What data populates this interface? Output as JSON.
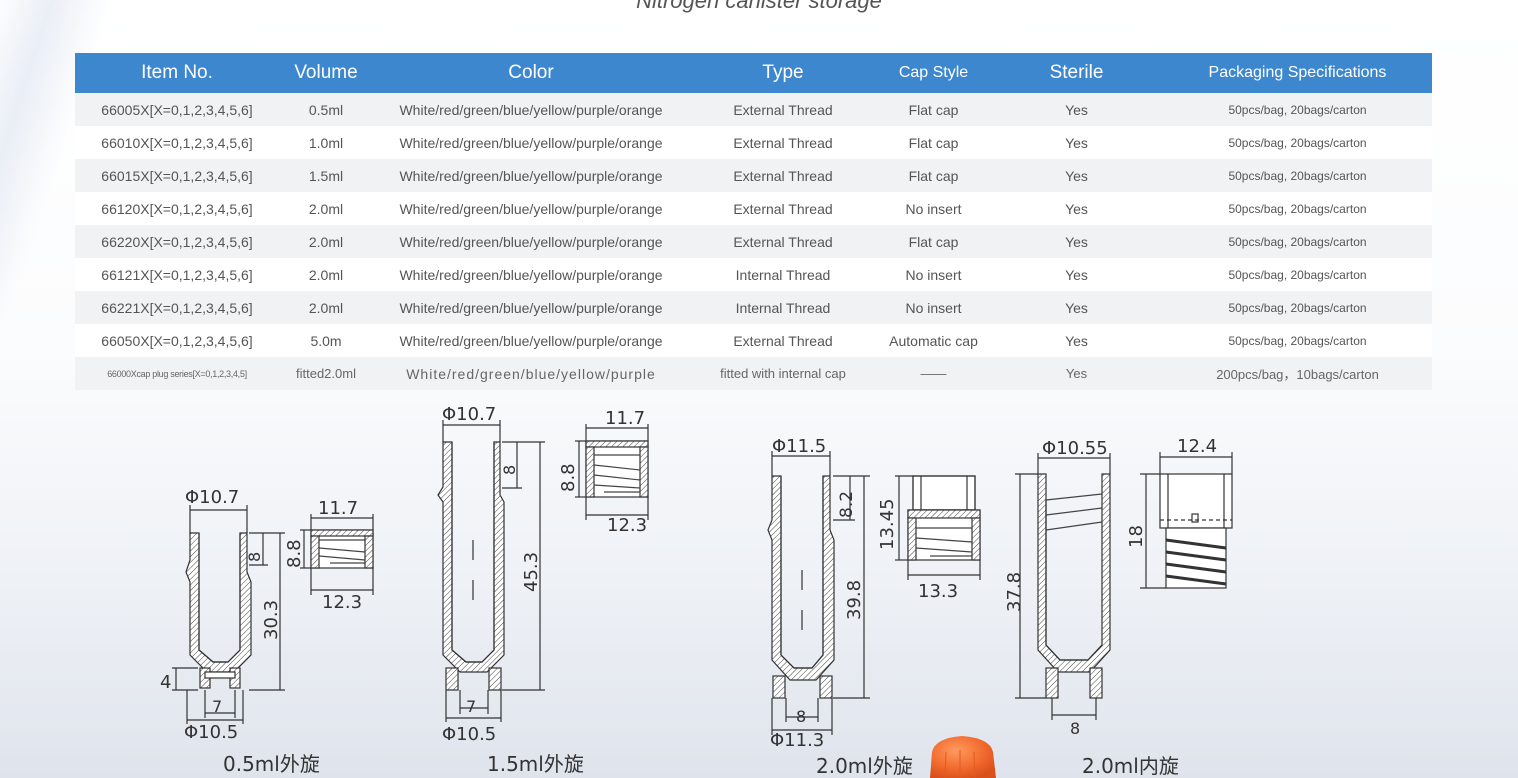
{
  "page_title": "Nitrogen canister storage",
  "table": {
    "headers": [
      "Item No.",
      "Volume",
      "Color",
      "Type",
      "Cap Style",
      "Sterile",
      "Packaging Specifications"
    ],
    "rows": [
      [
        "66005X[X=0,1,2,3,4,5,6]",
        "0.5ml",
        "White/red/green/blue/yellow/purple/orange",
        "External Thread",
        "Flat cap",
        "Yes",
        "50pcs/bag, 20bags/carton"
      ],
      [
        "66010X[X=0,1,2,3,4,5,6]",
        "1.0ml",
        "White/red/green/blue/yellow/purple/orange",
        "External Thread",
        "Flat cap",
        "Yes",
        "50pcs/bag, 20bags/carton"
      ],
      [
        "66015X[X=0,1,2,3,4,5,6]",
        "1.5ml",
        "White/red/green/blue/yellow/purple/orange",
        "External Thread",
        "Flat cap",
        "Yes",
        "50pcs/bag, 20bags/carton"
      ],
      [
        "66120X[X=0,1,2,3,4,5,6]",
        "2.0ml",
        "White/red/green/blue/yellow/purple/orange",
        "External Thread",
        "No insert",
        "Yes",
        "50pcs/bag, 20bags/carton"
      ],
      [
        "66220X[X=0,1,2,3,4,5,6]",
        "2.0ml",
        "White/red/green/blue/yellow/purple/orange",
        "External Thread",
        "Flat cap",
        "Yes",
        "50pcs/bag, 20bags/carton"
      ],
      [
        "66121X[X=0,1,2,3,4,5,6]",
        "2.0ml",
        "White/red/green/blue/yellow/purple/orange",
        "Internal Thread",
        "No insert",
        "Yes",
        "50pcs/bag, 20bags/carton"
      ],
      [
        "66221X[X=0,1,2,3,4,5,6]",
        "2.0ml",
        "White/red/green/blue/yellow/purple/orange",
        "Internal Thread",
        "No insert",
        "Yes",
        "50pcs/bag, 20bags/carton"
      ],
      [
        "66050X[X=0,1,2,3,4,5,6]",
        "5.0m",
        "White/red/green/blue/yellow/purple/orange",
        "External Thread",
        "Automatic cap",
        "Yes",
        "50pcs/bag, 20bags/carton"
      ],
      [
        "66000Xcap plug series[X=0,1,2,3,4,5]",
        "fitted2.0ml",
        "White/red/green/blue/yellow/purple",
        "fitted with internal cap",
        "——",
        "Yes",
        "200pcs/bag，10bags/carton"
      ]
    ]
  },
  "drawings": {
    "d05": {
      "caption": "0.5ml外旋",
      "dia_top": "Φ10.7",
      "cap_width": "11.7",
      "cap_height": "8.8",
      "cap_base": "12.3",
      "thread": "8",
      "length": "30.3",
      "foot": "4",
      "inner": "7",
      "base": "Φ10.5"
    },
    "d15": {
      "caption": "1.5ml外旋",
      "dia_top": "Φ10.7",
      "cap_width": "11.7",
      "cap_height": "8.8",
      "cap_base": "12.3",
      "thread": "8",
      "length": "45.3",
      "inner": "7",
      "base": "Φ10.5"
    },
    "d20e": {
      "caption": "2.0ml外旋",
      "dia_top": "Φ11.5",
      "thread": "8.2",
      "cap_height": "13.45",
      "cap_base": "13.3",
      "length": "39.8",
      "inner": "8",
      "base": "Φ11.3"
    },
    "d20i": {
      "caption": "2.0ml内旋",
      "dia_top": "Φ10.55",
      "cap_width": "12.4",
      "cap_height": "18",
      "length": "37.8",
      "inner": "8"
    }
  },
  "colors": {
    "header_bg": "#3d87cf",
    "row_alt": "#f1f2f3",
    "cap_orange": "#f26a2e"
  }
}
